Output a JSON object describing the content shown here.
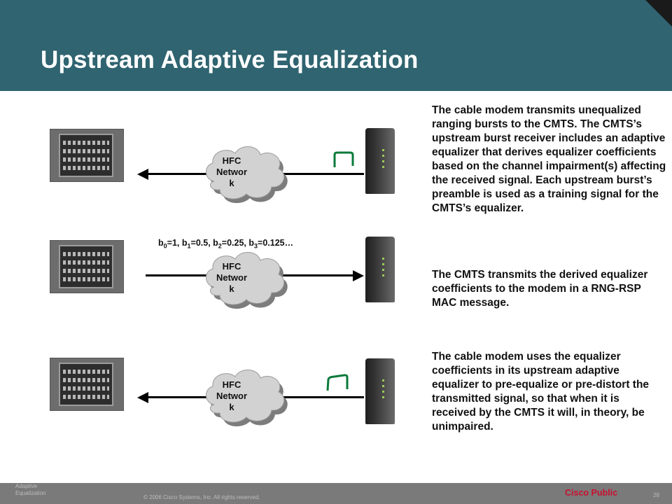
{
  "slide": {
    "title": "Upstream Adaptive Equalization"
  },
  "diagram": {
    "rows": [
      {
        "cloud_label": "HFC\nNetwor\nk",
        "pulse": "unequalized"
      },
      {
        "cloud_label": "HFC\nNetwor\nk",
        "pulse": "none"
      },
      {
        "cloud_label": "HFC\nNetwor\nk",
        "pulse": "pre-equalized"
      }
    ],
    "coefficients": [
      {
        "sym": "b",
        "sub": "0",
        "val": "=1, "
      },
      {
        "sym": "b",
        "sub": "1",
        "val": "=0.5, "
      },
      {
        "sym": "b",
        "sub": "2",
        "val": "=0.25, "
      },
      {
        "sym": "b",
        "sub": "3",
        "val": "=0.125…"
      }
    ]
  },
  "text_blocks": [
    "The cable modem transmits unequalized ranging bursts to the CMTS. The CMTS’s upstream burst receiver includes an adaptive equalizer that derives equalizer coefficients based on the channel impairment(s) affecting the received signal. Each upstream burst’s preamble is used as a training signal for the CMTS’s equalizer.",
    "The CMTS transmits the derived equalizer coefficients to the modem in a RNG-RSP MAC message.",
    "The cable modem uses the equalizer coefficients in its upstream adaptive equalizer to pre-equalize or pre-distort the transmitted signal, so that when it is received by the CMTS it will, in theory, be unimpaired."
  ],
  "footer": {
    "section": "Adaptive Equalization",
    "copyright": "© 2006 Cisco Systems, Inc. All rights reserved.",
    "classification": "Cisco Public",
    "page": "28"
  },
  "colors": {
    "header": "#2f6470",
    "footer": "#7a7a7a",
    "classification": "#c8102e"
  }
}
